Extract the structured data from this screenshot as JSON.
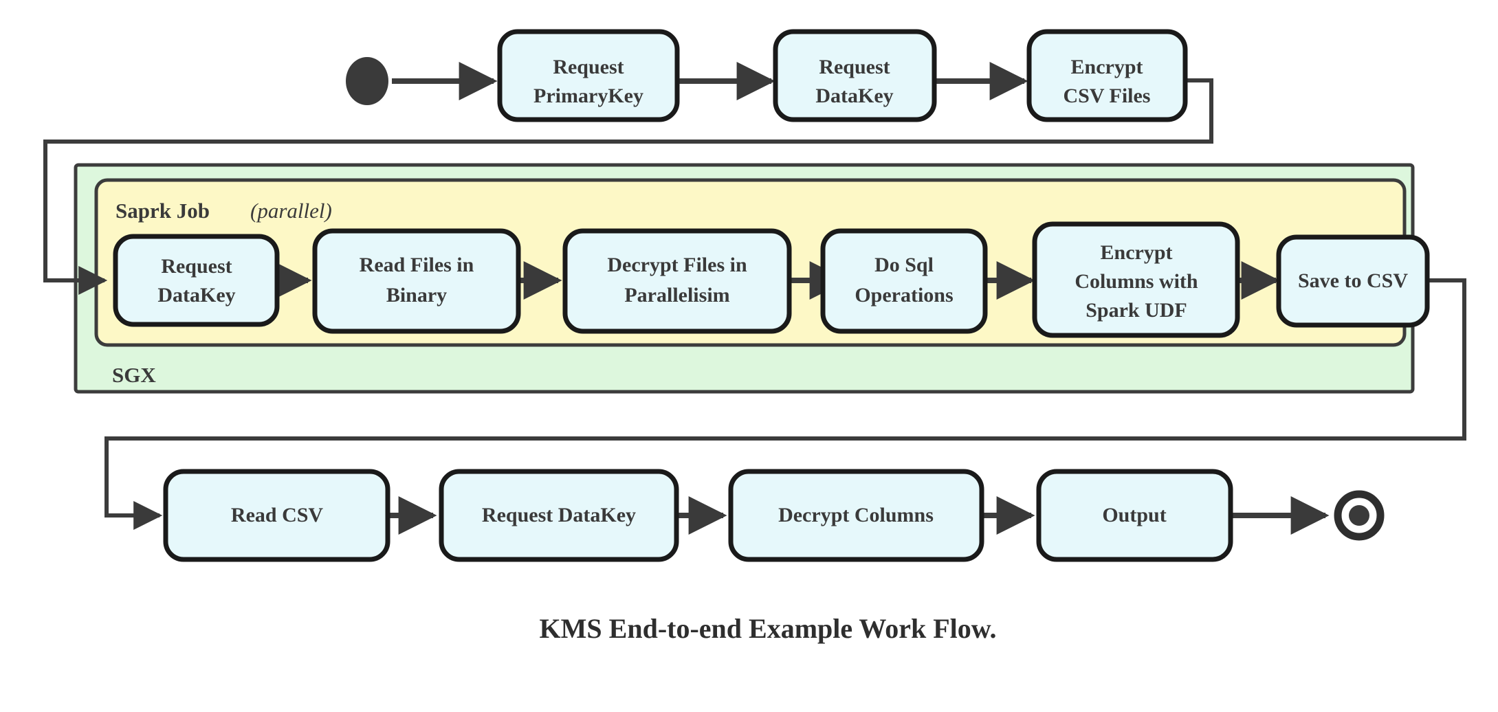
{
  "diagram": {
    "caption": "KMS End-to-end Example Work Flow.",
    "colors": {
      "node_fill": "#e6f8fb",
      "node_stroke": "#1a1a1a",
      "sgx_fill": "#ddf7dd",
      "spark_fill": "#fdf8c6",
      "edge": "#3c3c3c",
      "text": "#3a3a3a",
      "background": "#ffffff"
    },
    "markers": {
      "start": "filled-circle-start-node",
      "end": "double-circle-end-node"
    },
    "groups": {
      "sgx": {
        "label": "SGX"
      },
      "spark": {
        "label_bold": "Saprk Job",
        "label_italic": "(parallel)"
      }
    },
    "rows": {
      "top": {
        "nodes": [
          {
            "id": "request-primarykey",
            "lines": [
              "Request",
              "PrimaryKey"
            ]
          },
          {
            "id": "request-datakey-top",
            "lines": [
              "Request",
              "DataKey"
            ]
          },
          {
            "id": "encrypt-csv-files",
            "lines": [
              "Encrypt",
              "CSV Files"
            ]
          }
        ]
      },
      "middle": {
        "nodes": [
          {
            "id": "request-datakey-spark",
            "lines": [
              "Request",
              "DataKey"
            ]
          },
          {
            "id": "read-files-in-binary",
            "lines": [
              "Read Files in",
              "Binary"
            ]
          },
          {
            "id": "decrypt-files-in-parallelisim",
            "lines": [
              "Decrypt Files in",
              "Parallelisim"
            ]
          },
          {
            "id": "do-sql-operations",
            "lines": [
              "Do Sql",
              "Operations"
            ]
          },
          {
            "id": "encrypt-columns-with-spark-udf",
            "lines": [
              "Encrypt",
              "Columns with",
              "Spark UDF"
            ]
          },
          {
            "id": "save-to-csv",
            "lines": [
              "Save to CSV"
            ]
          }
        ]
      },
      "bottom": {
        "nodes": [
          {
            "id": "read-csv",
            "lines": [
              "Read CSV"
            ]
          },
          {
            "id": "request-datakey-bottom",
            "lines": [
              "Request DataKey"
            ]
          },
          {
            "id": "decrypt-columns",
            "lines": [
              "Decrypt Columns"
            ]
          },
          {
            "id": "output",
            "lines": [
              "Output"
            ]
          }
        ]
      }
    },
    "flow_sequence": [
      "start",
      "Request PrimaryKey",
      "Request DataKey",
      "Encrypt CSV Files",
      "Request DataKey",
      "Read Files in Binary",
      "Decrypt Files in Parallelisim",
      "Do Sql Operations",
      "Encrypt Columns with Spark UDF",
      "Save to CSV",
      "Read CSV",
      "Request DataKey",
      "Decrypt Columns",
      "Output",
      "end"
    ]
  }
}
